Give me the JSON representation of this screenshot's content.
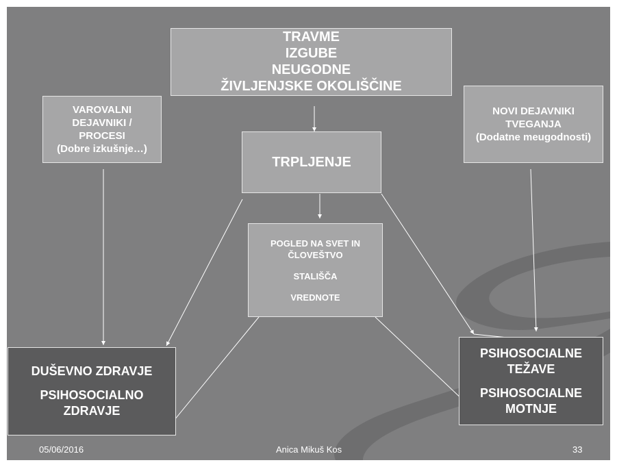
{
  "slide": {
    "colors": {
      "background": "#7f7f80",
      "light_box": "#a6a6a7",
      "dark_box": "#5b5b5c",
      "swoosh": "#6a6a6b",
      "text": "#ffffff"
    },
    "boxes": {
      "top": [
        "TRAVME",
        "IZGUBE",
        "NEUGODNE",
        "ŽIVLJENJSKE OKOLIŠČINE"
      ],
      "left": [
        "VAROVALNI",
        "DEJAVNIKI /",
        "PROCESI",
        "(Dobre izkušnje…)"
      ],
      "right": [
        "NOVI DEJAVNIKI",
        "TVEGANJA",
        "(Dodatne meugodnosti)"
      ],
      "center": "TRPLJENJE",
      "middle": [
        "POGLED NA SVET IN",
        "ČLOVEŠTVO",
        "STALIŠČA",
        "VREDNOTE"
      ],
      "bottom_left": [
        "DUŠEVNO ZDRAVJE",
        "PSIHOSOCIALNO",
        "ZDRAVJE"
      ],
      "bottom_right": [
        "PSIHOSOCIALNE",
        "TEŽAVE",
        "PSIHOSOCIALNE",
        "MOTNJE"
      ]
    },
    "footer": {
      "date": "05/06/2016",
      "author": "Anica Mikuš Kos",
      "page": "33"
    }
  }
}
